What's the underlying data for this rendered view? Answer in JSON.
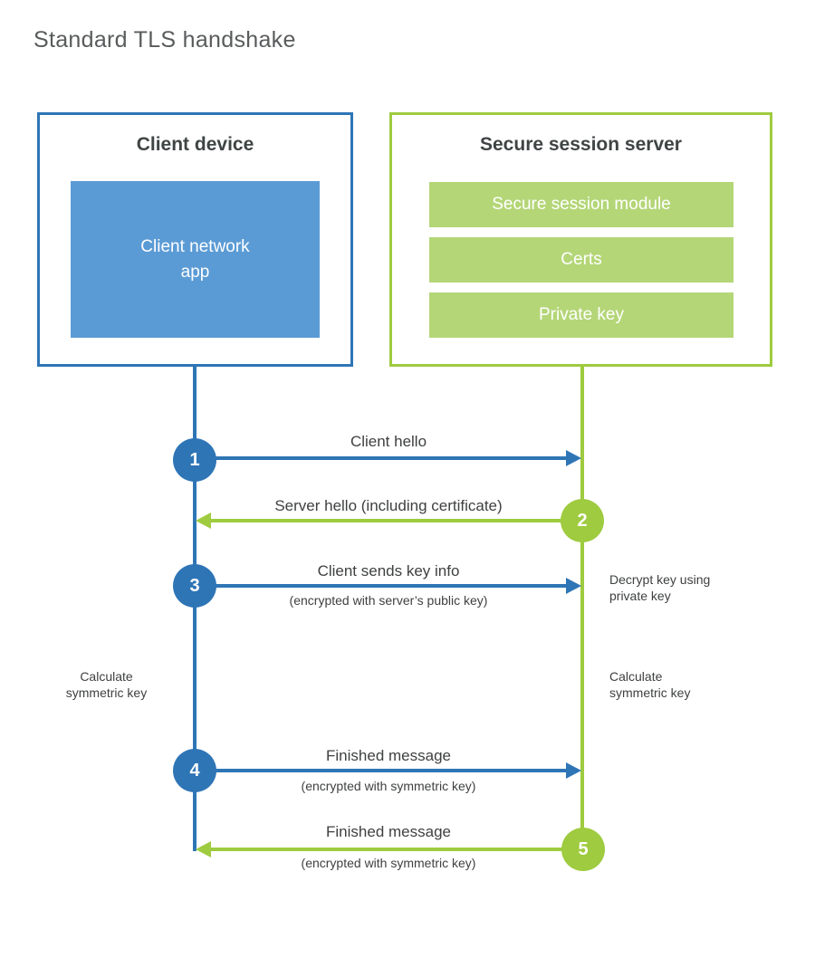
{
  "title": "Standard TLS handshake",
  "colors": {
    "blue": "#2e75b6",
    "light_blue": "#5b9bd5",
    "green": "#9ecb3f",
    "light_green": "#b4d677",
    "heading": "#3f4444",
    "title_gray": "#595b5c",
    "label": "#3f4040"
  },
  "client_box": {
    "header": "Client device",
    "module": "Client network\napp"
  },
  "server_box": {
    "header": "Secure session server",
    "modules": [
      "Secure session module",
      "Certs",
      "Private key"
    ]
  },
  "steps": [
    {
      "num": "1",
      "label": "Client hello",
      "sub": "",
      "direction": "client-to-server",
      "color": "blue"
    },
    {
      "num": "2",
      "label": "Server hello (including certificate)",
      "sub": "",
      "direction": "server-to-client",
      "color": "green"
    },
    {
      "num": "3",
      "label": "Client sends key info",
      "sub": "(encrypted with server’s public key)",
      "direction": "client-to-server",
      "color": "blue"
    },
    {
      "num": "4",
      "label": "Finished message",
      "sub": "(encrypted with symmetric key)",
      "direction": "client-to-server",
      "color": "blue"
    },
    {
      "num": "5",
      "label": "Finished message",
      "sub": "(encrypted with symmetric key)",
      "direction": "server-to-client",
      "color": "green"
    }
  ],
  "notes": {
    "decrypt": "Decrypt key using\nprivate key",
    "calc_left": "Calculate\nsymmetric key",
    "calc_right": "Calculate\nsymmetric key"
  }
}
